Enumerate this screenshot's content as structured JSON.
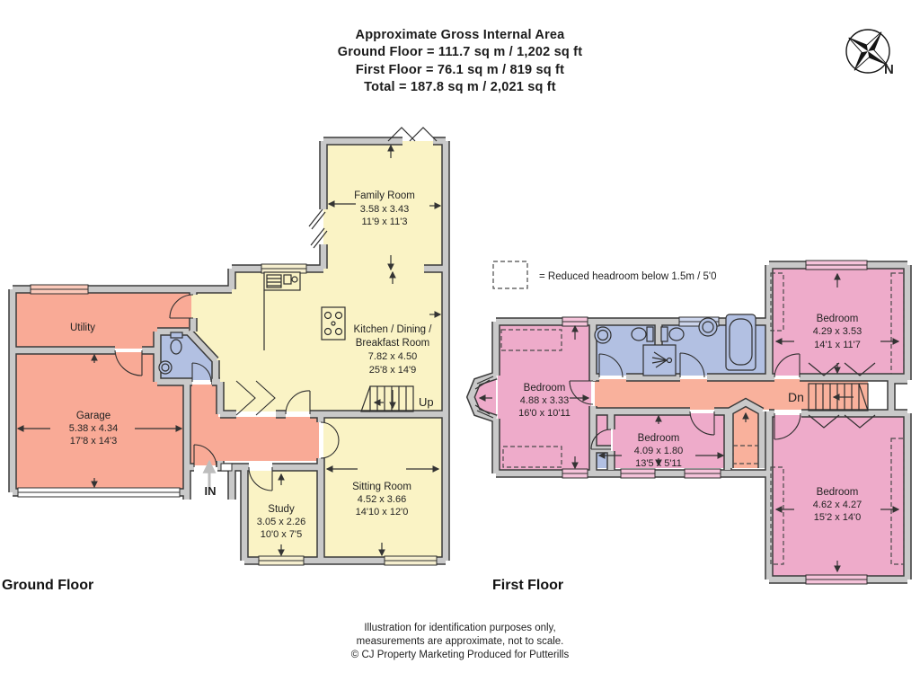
{
  "header": {
    "line1": "Approximate Gross Internal Area",
    "line2": "Ground Floor = 111.7 sq m / 1,202 sq ft",
    "line3": "First Floor = 76.1 sq m / 819 sq ft",
    "line4": "Total = 187.8 sq m / 2,021 sq ft"
  },
  "compass": {
    "north_label": "N"
  },
  "legend": {
    "text": "= Reduced headroom below 1.5m / 5'0"
  },
  "ground_floor": {
    "title": "Ground Floor",
    "stairs_label": "Up",
    "entrance_label": "IN",
    "rooms": {
      "utility": {
        "name": "Utility"
      },
      "garage": {
        "name": "Garage",
        "metric": "5.38 x 4.34",
        "imperial": "17'8 x 14'3"
      },
      "family": {
        "name": "Family Room",
        "metric": "3.58 x 3.43",
        "imperial": "11'9 x 11'3"
      },
      "kitchen": {
        "name1": "Kitchen / Dining /",
        "name2": "Breakfast Room",
        "metric": "7.82 x 4.50",
        "imperial": "25'8 x 14'9"
      },
      "sitting": {
        "name": "Sitting Room",
        "metric": "4.52 x 3.66",
        "imperial": "14'10 x 12'0"
      },
      "study": {
        "name": "Study",
        "metric": "3.05 x 2.26",
        "imperial": "10'0 x 7'5"
      }
    }
  },
  "first_floor": {
    "title": "First Floor",
    "stairs_label": "Dn",
    "rooms": {
      "bedroom_west": {
        "name": "Bedroom",
        "metric": "4.88 x 3.33",
        "imperial": "16'0 x 10'11"
      },
      "bedroom_ne": {
        "name": "Bedroom",
        "metric": "4.29 x 3.53",
        "imperial": "14'1 x 11'7"
      },
      "bedroom_mid": {
        "name": "Bedroom",
        "metric": "4.09 x 1.80",
        "imperial": "13'5 x 5'11"
      },
      "bedroom_se": {
        "name": "Bedroom",
        "metric": "4.62 x 4.27",
        "imperial": "15'2 x 14'0"
      }
    }
  },
  "footer": {
    "line1": "Illustration for identification purposes only,",
    "line2": "measurements are approximate, not to scale.",
    "line3": "© CJ Property Marketing  Produced for Putterills"
  },
  "colors": {
    "room_yellow": "#faf3c5",
    "room_salmon": "#f9aa96",
    "landing_salmon": "#f9b19c",
    "bedroom_pink": "#eeabca",
    "bathroom_blue": "#b2c0e2",
    "wall_fill": "#c9c9c9",
    "wall_edge": "#3a3a3a"
  }
}
